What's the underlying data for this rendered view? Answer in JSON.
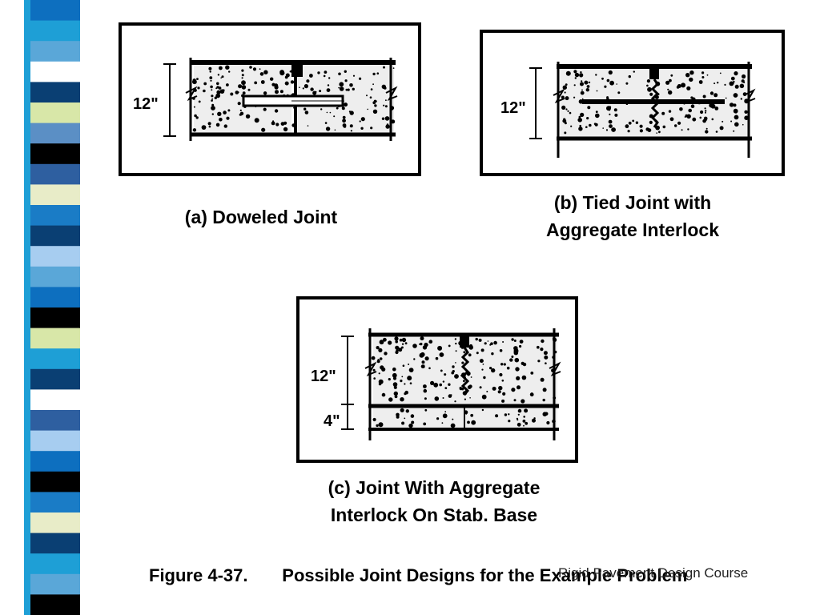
{
  "sidebar": {
    "colors": [
      "#0d6fbf",
      "#1e9fd6",
      "#5aa7d8",
      "#ffffff",
      "#0a3f73",
      "#d8e7a8",
      "#5b8fc5",
      "#000000",
      "#2e5fa0",
      "#e8ecc8",
      "#1a7cc6",
      "#0a3f73",
      "#a7cdf0",
      "#5aa7d8",
      "#0d6fbf",
      "#000000",
      "#d8e7a8",
      "#1e9fd6",
      "#0a3f73",
      "#ffffff",
      "#2e5fa0",
      "#a7cdf0",
      "#0d6fbf",
      "#000000",
      "#1a7cc6",
      "#e8ecc8",
      "#0a3f73",
      "#1e9fd6",
      "#5aa7d8",
      "#000000"
    ]
  },
  "panels": {
    "a": {
      "dim": "12\"",
      "caption_lines": [
        "(a)  Doweled Joint"
      ]
    },
    "b": {
      "dim": "12\"",
      "caption_lines": [
        "(b)  Tied Joint with",
        "Aggregate Interlock"
      ]
    },
    "c": {
      "dim_top": "12\"",
      "dim_bottom": "4\"",
      "caption_lines": [
        "(c)  Joint With Aggregate",
        "Interlock On Stab. Base"
      ]
    }
  },
  "figure_caption": "Figure 4-37.       Possible Joint Designs for the Example Problem",
  "footer_text": "Rigid Pavement Design Course"
}
